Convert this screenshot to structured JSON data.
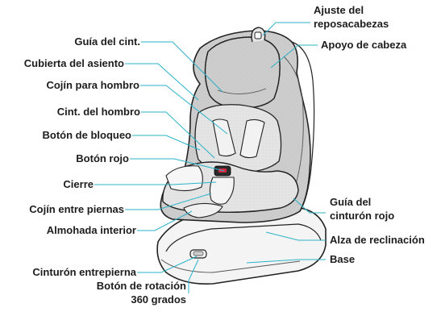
{
  "labels": {
    "headrest_adjust": "Ajuste del reposacabezas",
    "headrest_adjust_l1": "Ajuste del",
    "headrest_adjust_l2": "reposacabezas",
    "head_support": "Apoyo de cabeza",
    "belt_guide": "Guía del cint.",
    "seat_cover": "Cubierta del asiento",
    "shoulder_pad": "Cojín para hombro",
    "shoulder_belt": "Cint. del hombro",
    "lock_button": "Botón de bloqueo",
    "red_button": "Botón rojo",
    "buckle": "Cierre",
    "crotch_pad": "Cojín entre piernas",
    "inner_cushion": "Almohada interior",
    "red_belt_guide_l1": "Guía del",
    "red_belt_guide_l2": "cinturón rojo",
    "recline_lift": "Alza de reclinación",
    "base": "Base",
    "crotch_belt": "Cinturón entrepierna",
    "rotation_button_l1": "Botón de rotación",
    "rotation_button_l2": "360 grados"
  },
  "colors": {
    "leader_line": "#2bb3c8",
    "shell_gray": "#d0d0d0",
    "shell_light": "#e9e9e9",
    "accent_red": "#d7263d",
    "outline": "#222222"
  }
}
